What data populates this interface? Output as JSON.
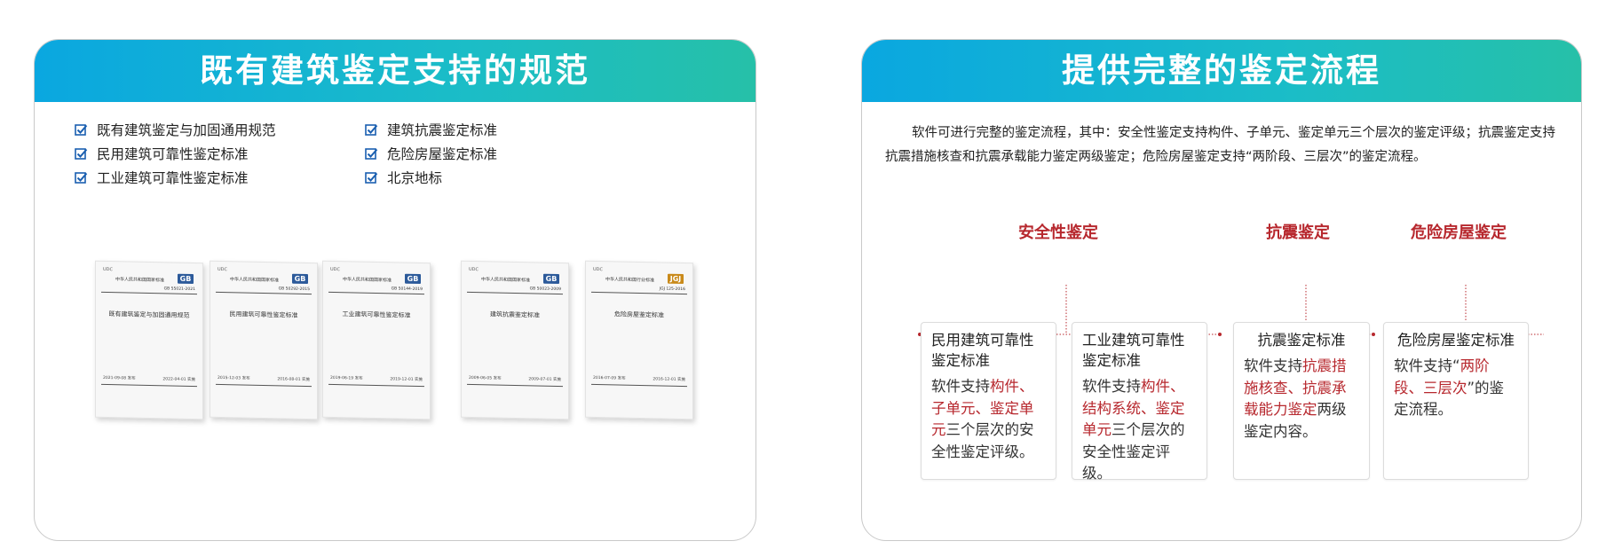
{
  "left_panel": {
    "title": "既有建筑鉴定支持的规范",
    "checklist": [
      "既有建筑鉴定与加固通用规范",
      "民用建筑可靠性鉴定标准",
      "工业建筑可靠性鉴定标准",
      "建筑抗震鉴定标准",
      "危险房屋鉴定标准",
      "北京地标"
    ],
    "icon": "checkbox-checked-icon",
    "books": [
      {
        "title": "既有建筑鉴定与加固通用规范",
        "badge": "GB",
        "org": "中华人民共和国国家标准",
        "num": "GB 55021-2021",
        "date_issue": "2021-09-08 发布",
        "date_effect": "2022-04-01 实施"
      },
      {
        "title": "民用建筑可靠性鉴定标准",
        "badge": "GB",
        "org": "中华人民共和国国家标准",
        "num": "GB 50292-2015",
        "date_issue": "2015-12-03 发布",
        "date_effect": "2016-08-01 实施"
      },
      {
        "title": "工业建筑可靠性鉴定标准",
        "badge": "GB",
        "org": "中华人民共和国国家标准",
        "num": "GB 50144-2019",
        "date_issue": "2019-06-19 发布",
        "date_effect": "2019-12-01 实施"
      },
      {
        "title": "建筑抗震鉴定标准",
        "badge": "GB",
        "org": "中华人民共和国国家标准",
        "num": "GB 50023-2009",
        "date_issue": "2009-06-05 发布",
        "date_effect": "2009-07-01 实施"
      },
      {
        "title": "危险房屋鉴定标准",
        "badge": "JGJ",
        "org": "中华人民共和国行业标准",
        "num": "JGJ 125-2016",
        "date_issue": "2016-07-09 发布",
        "date_effect": "2016-12-01 实施"
      }
    ]
  },
  "right_panel": {
    "title": "提供完整的鉴定流程",
    "intro": "软件可进行完整的鉴定流程，其中：安全性鉴定支持构件、子单元、鉴定单元三个层次的鉴定评级；抗震鉴定支持抗震措施核查和抗震承载能力鉴定两级鉴定；危险房屋鉴定支持“两阶段、三层次”的鉴定流程。",
    "stages": [
      "安全性鉴定",
      "抗震鉴定",
      "危险房屋鉴定"
    ],
    "node_icon": "chevron-down-circle-icon",
    "accent_color": "#b7282e",
    "header_gradient": [
      "#0aa7e0",
      "#26c0a8"
    ],
    "cards": [
      {
        "title": "民用建筑可靠性鉴定标准",
        "body": [
          {
            "t": "软件支持"
          },
          {
            "t": "构件、子单元、鉴定单元",
            "hl": true
          },
          {
            "t": "三个层次的安全性鉴定评级。"
          }
        ]
      },
      {
        "title": "工业建筑可靠性鉴定标准",
        "body": [
          {
            "t": "软件支持"
          },
          {
            "t": "构件、结构系统、鉴定单元",
            "hl": true
          },
          {
            "t": "三个层次的安全性鉴定评级。"
          }
        ]
      },
      {
        "title": "抗震鉴定标准",
        "body": [
          {
            "t": "软件支持"
          },
          {
            "t": "抗震措施核查、抗震承载能力鉴定",
            "hl": true
          },
          {
            "t": "两级鉴定内容。"
          }
        ]
      },
      {
        "title": "危险房屋鉴定标准",
        "body": [
          {
            "t": "软件支持“"
          },
          {
            "t": "两阶段、三层次",
            "hl": true
          },
          {
            "t": "”的鉴定流程。"
          }
        ]
      }
    ]
  }
}
